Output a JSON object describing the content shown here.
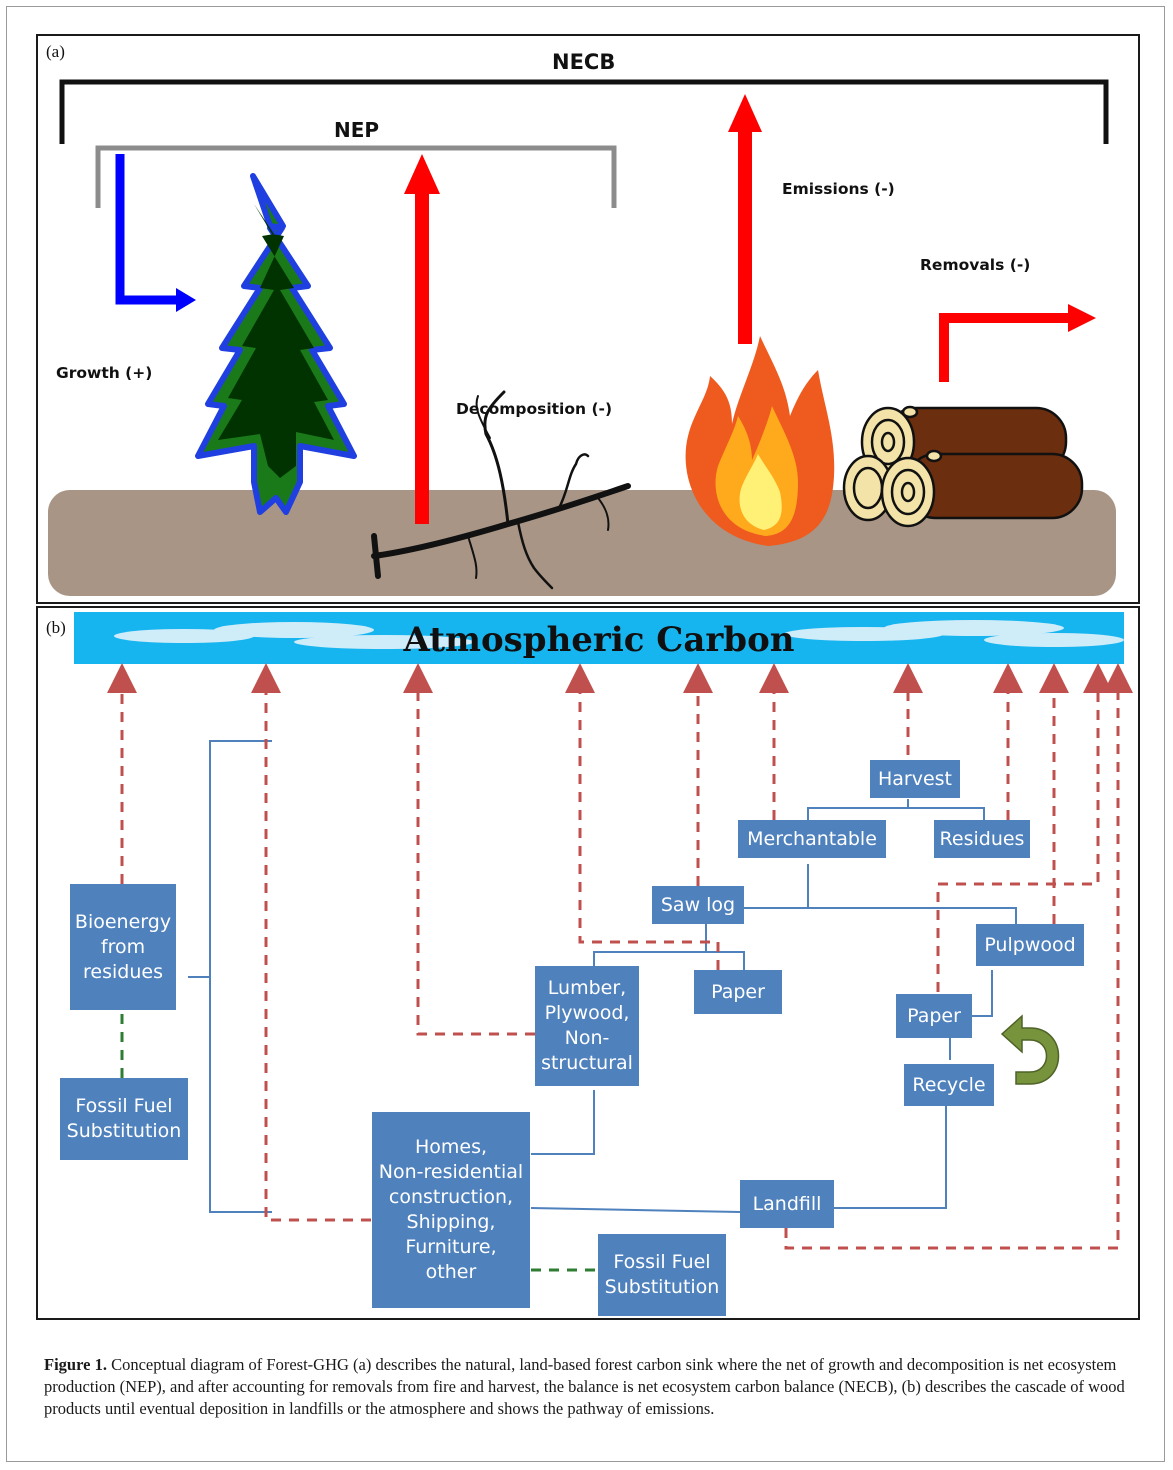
{
  "panel_a": {
    "label": "(a)",
    "necb": "NECB",
    "nep": "NEP",
    "growth": "Growth (+)",
    "decomposition": "Decomposition (-)",
    "emissions": "Emissions (-)",
    "removals": "Removals (-)"
  },
  "panel_b": {
    "label": "(b)",
    "atmosphere": "Atmospheric Carbon",
    "boxes": {
      "harvest": "Harvest",
      "merchantable": "Merchantable",
      "residues": "Residues",
      "sawlog": "Saw log",
      "pulpwood": "Pulpwood",
      "lumber": "Lumber,\nPlywood,\nNon-\nstructural",
      "paper1": "Paper",
      "paper2": "Paper",
      "recycle": "Recycle",
      "bioenergy": "Bioenergy\nfrom\nresidues",
      "fossil1": "Fossil Fuel\nSubstitution",
      "homes": "Homes,\nNon-residential\nconstruction,\nShipping,\nFurniture,\nother",
      "landfill": "Landfill",
      "fossil2": "Fossil Fuel\nSubstitution"
    }
  },
  "caption": {
    "label": "Figure 1.",
    "text": " Conceptual diagram of Forest-GHG (a) describes the natural, land-based forest carbon sink where the net of growth and decomposition is net ecosystem production (NEP), and after accounting for removals from fire and harvest, the balance is net ecosystem carbon balance (NECB), (b) describes the cascade of wood products until eventual deposition in landfills or the atmosphere and shows the pathway of emissions."
  },
  "colors": {
    "solid_line": "#4f81bd",
    "box_fill": "#4f81bd",
    "emission_dash": "#c0504d",
    "substitution_dash": "#2e7d32",
    "arrow_red": "#ff0000",
    "arrow_blue": "#0000ff",
    "ground": "#a89585"
  }
}
